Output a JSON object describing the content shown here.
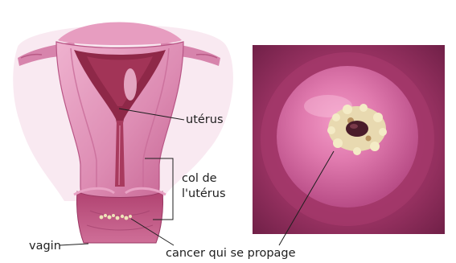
{
  "labels": {
    "uterus": "utérus",
    "cervix": "col de l'utérus",
    "vagina": "vagin",
    "cancer": "cancer qui se propage"
  },
  "colors": {
    "background": "#ffffff",
    "text": "#1e1e1e",
    "tissue_pink": "#df9bbb",
    "tissue_dark": "#b84f7c",
    "cavity_red": "#8e2848",
    "lesion": "#efe2b8"
  }
}
